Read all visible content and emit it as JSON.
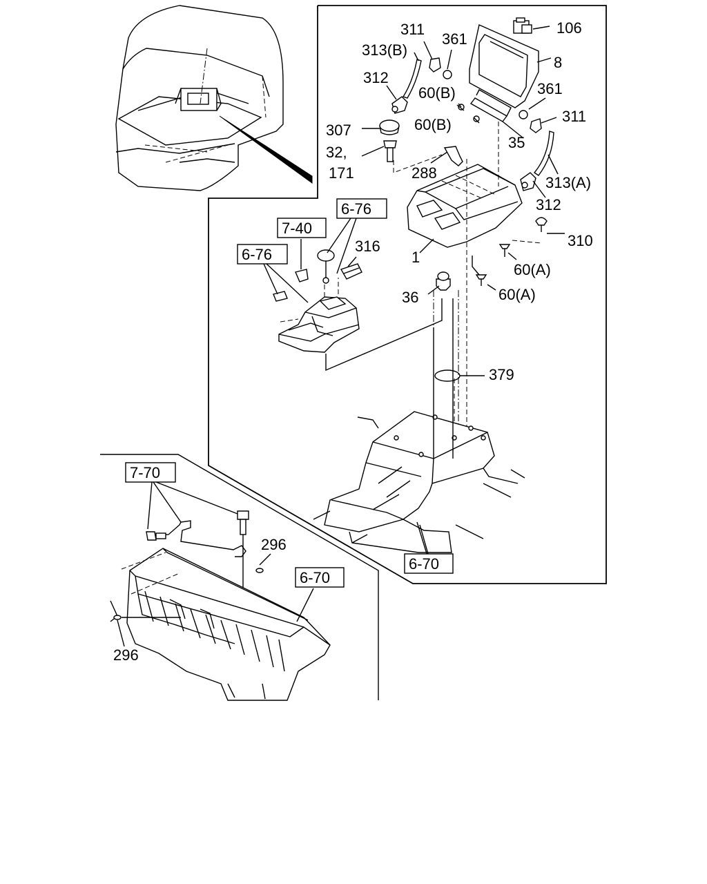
{
  "callouts": {
    "c106": "106",
    "c311_top": "311",
    "c361_top": "361",
    "c313b": "313(B)",
    "c8": "8",
    "c312_left": "312",
    "c60b_1": "60(B)",
    "c361_right": "361",
    "c311_right": "311",
    "c307": "307",
    "c60b_2": "60(B)",
    "c35": "35",
    "c32": "32,",
    "c171": "171",
    "c288": "288",
    "c313a": "313(A)",
    "c312_right": "312",
    "c310": "310",
    "c1": "1",
    "c60a_1": "60(A)",
    "c36": "36",
    "c60a_2": "60(A)",
    "c316": "316",
    "c379": "379",
    "c296_top": "296",
    "c296_bottom": "296"
  },
  "refs": {
    "r676_top": "6-76",
    "r740": "7-40",
    "r676_left": "6-76",
    "r770": "7-70",
    "r670_floor": "6-70",
    "r670_frame": "6-70"
  }
}
